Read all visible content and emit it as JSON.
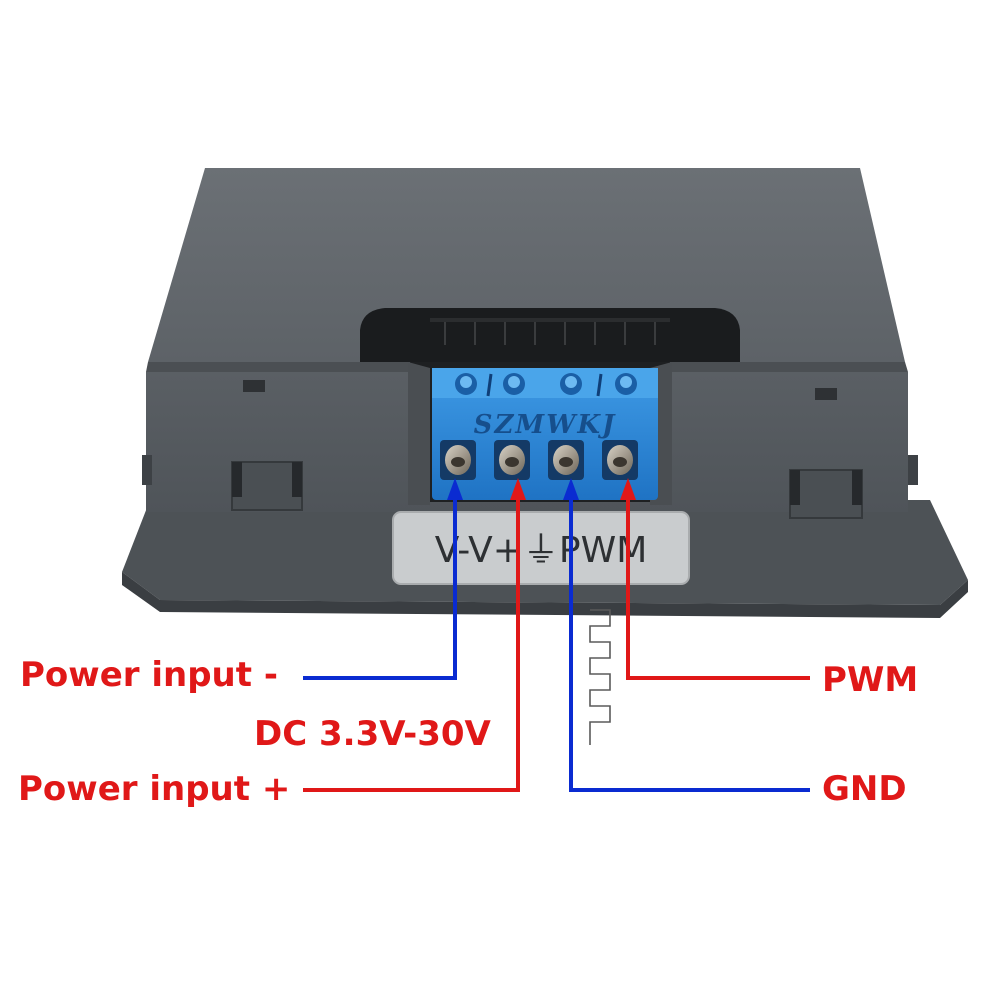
{
  "brand_mark": "SZMWKJ",
  "pin_label": "V-V+⏚PWM",
  "callouts": {
    "power_input_minus": "Power input -",
    "dc_range": "DC 3.3V-30V",
    "power_input_plus": "Power input +",
    "pwm": "PWM",
    "gnd": "GND"
  },
  "colors": {
    "negative_wire": "#0a2bd1",
    "positive_wire": "#e01818",
    "housing": "#5c6166",
    "terminal_block": "#2a86d2"
  }
}
